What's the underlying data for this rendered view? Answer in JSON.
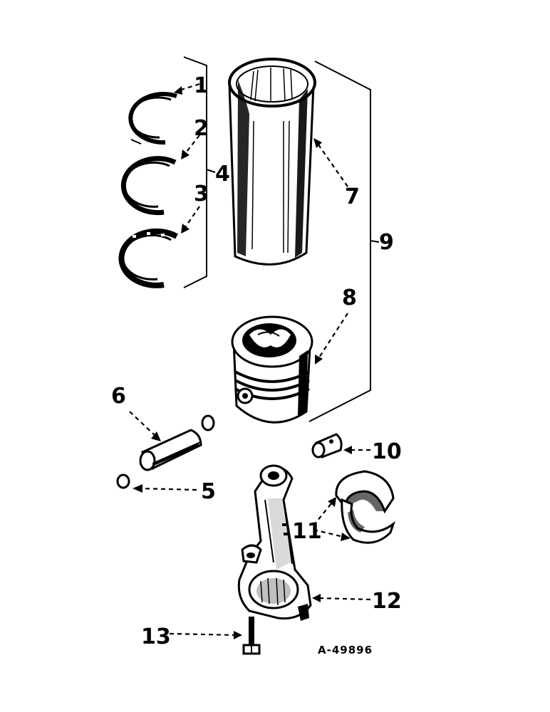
{
  "callouts": {
    "c1": "1",
    "c2": "2",
    "c3": "3",
    "c4": "4",
    "c5": "5",
    "c6": "6",
    "c7": "7",
    "c8": "8",
    "c9": "9",
    "c10": "10",
    "c11": "11",
    "c12": "12",
    "c13": "13"
  },
  "figure_number": "A-49896",
  "parts": {
    "compression_ring_top": "1",
    "compression_ring_second": "2",
    "oil_control_ring": "3",
    "piston_ring_set": "4",
    "piston_pin_retainer": "5",
    "piston_pin": "6",
    "cylinder_sleeve": "7",
    "piston": "8",
    "piston_and_sleeve_assembly": "9",
    "pin_bushing": "10",
    "bearing_shells": "11",
    "connecting_rod": "12",
    "rod_bolt": "13"
  }
}
